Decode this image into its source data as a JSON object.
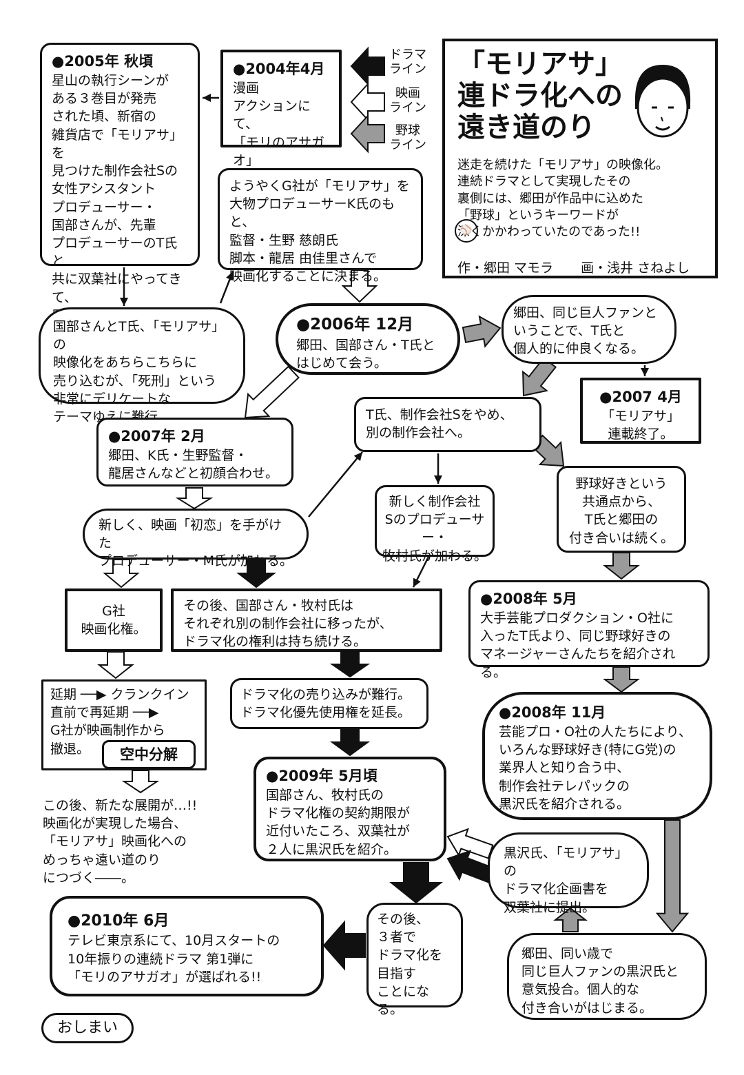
{
  "title": {
    "main_lines": [
      "「モリアサ」",
      "連ドラ化への",
      "遠き道のり"
    ],
    "description": "迷走を続けた「モリアサ」の映像化。\n連続ドラマとして実現したその\n裏側には、郷田が作品中に込めた\n「野球」というキーワードが\n深くかかわっていたのであった!!",
    "credit_author": "作・郷田 マモラ",
    "credit_artist": "画・浅井 さねよし"
  },
  "legend": {
    "drama": "ドラマ\nライン",
    "movie": "映画\nライン",
    "baseball": "野球\nライン",
    "colors": {
      "drama": "#111111",
      "movie": "#ffffff",
      "baseball": "#9a9a9a"
    }
  },
  "nodes": {
    "n2005": {
      "head": "●2005年 秋頃",
      "body": "星山の執行シーンが\nある３巻目が発売\nされた頃、新宿の\n雑貨店で「モリアサ」を\n見つけた制作会社Sの\n女性アシスタント\nプロデューサー・\n国部さんが、先輩\nプロデューサーのT氏と\n共に双葉社にやってきて、\n原作使用権を得る。"
    },
    "n2004": {
      "head": "●2004年4月",
      "body": "漫画\nアクションにて、\n「モリのアサガオ」\n連載スタート!!"
    },
    "g_decide": {
      "body": "ようやくG社が「モリアサ」を\n大物プロデューサーK氏のもと、\n監督・生野 慈朗氏\n脚本・龍居 由佳里さんで\n映画化することに決まる。"
    },
    "n_sell": {
      "body": "国部さんとT氏、「モリアサ」の\n映像化をあちらこちらに\n売り込むが、「死刑」という\n非常にデリケートな\nテーマゆえに難行。"
    },
    "n2006": {
      "head": "●2006年 12月",
      "body": "郷田、国部さん・T氏と\nはじめて会う。"
    },
    "n_friend": {
      "body": "郷田、同じ巨人ファンと\nいうことで、T氏と\n個人的に仲良くなる。"
    },
    "n2007_4": {
      "head": "●2007 4月",
      "body": "「モリアサ」\n連載終了。"
    },
    "n2007_2": {
      "head": "●2007年 2月",
      "body": "郷田、K氏・生野監督・\n龍居さんなどと初顔合わせ。"
    },
    "n_t_move": {
      "body": "T氏、制作会社Sをやめ、\n別の制作会社へ。"
    },
    "n_m": {
      "body": "新しく、映画「初恋」を手がけた\nプロデューサー・M氏が加わる。"
    },
    "n_maki": {
      "body": "新しく制作会社\nSのプロデューサー・\n牧村氏が加わる。"
    },
    "n_common": {
      "body": "野球好きという\n共通点から、\nT氏と郷田の\n付き合いは続く。"
    },
    "n_grights": {
      "body": "G社\n映画化権。"
    },
    "n_after": {
      "body": "その後、国部さん・牧村氏は\nそれぞれ別の制作会社に移ったが、\nドラマ化の権利は持ち続ける。"
    },
    "n2008_5": {
      "head": "●2008年 5月",
      "body": "大手芸能プロダクション・O社に\n入ったT氏より、同じ野球好きの\nマネージャーさんたちを紹介される。"
    },
    "n_delay": {
      "body": "延期 ──▶ クランクイン\n直前で再延期 ──▶\nG社が映画制作から\n撤退。",
      "tag": "空中分解"
    },
    "n_sellhard": {
      "body": "ドラマ化の売り込みが難行。\nドラマ化優先使用権を延長。"
    },
    "n2008_11": {
      "head": "●2008年 11月",
      "body": "芸能プロ・O社の人たちにより、\nいろんな野球好き(特にG党)の\n業界人と知り合う中、\n制作会社テレパックの\n黒沢氏を紹介される。"
    },
    "n_next": {
      "body": "この後、新たな展開が…!!\n映画化が実現した場合、\n「モリアサ」映画化への\nめっちゃ遠い道のり\nにつづく――。"
    },
    "n2009": {
      "head": "●2009年 5月頃",
      "body": "国部さん、牧村氏の\nドラマ化権の契約期限が\n近付いたころ、双葉社が\n２人に黒沢氏を紹介。"
    },
    "n_kuro": {
      "body": "黒沢氏、「モリアサ」の\nドラマ化企画書を\n双葉社に提出。"
    },
    "n2010": {
      "head": "●2010年 6月",
      "body": "テレビ東京系にて、10月スタートの\n10年振りの連続ドラマ 第1弾に\n「モリのアサガオ」が選ばれる!!"
    },
    "n_three": {
      "body": "その後、\n３者で\nドラマ化を\n目指す\nことになる。"
    },
    "n_same": {
      "body": "郷田、同い歳で\n同じ巨人ファンの黒沢氏と\n意気投合。個人的な\n付き合いがはじまる。"
    },
    "end": {
      "body": "おしまい"
    }
  }
}
